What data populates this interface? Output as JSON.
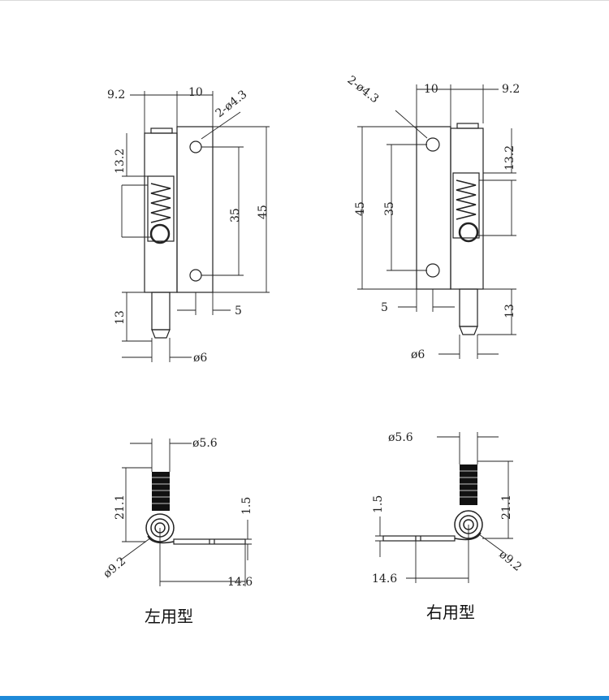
{
  "colors": {
    "line": "#222222",
    "accent": "#1e8ad8",
    "background": "#ffffff"
  },
  "left_front": {
    "d_9_2": "9.2",
    "d_10": "10",
    "d_holes": "2-ø4.3",
    "d_13_2": "13.2",
    "d_35": "35",
    "d_45": "45",
    "d_13": "13",
    "d_5": "5",
    "d_6": "ø6"
  },
  "right_front": {
    "d_holes": "2-ø4.3",
    "d_10": "10",
    "d_9_2": "9.2",
    "d_13_2": "13.2",
    "d_45": "45",
    "d_35": "35",
    "d_5": "5",
    "d_13": "13",
    "d_6": "ø6"
  },
  "left_side": {
    "d_5_6": "ø5.6",
    "d_21_1": "21.1",
    "d_1_5": "1.5",
    "d_9_2": "ø9.2",
    "d_14_6": "14.6",
    "caption": "左用型"
  },
  "right_side": {
    "d_5_6": "ø5.6",
    "d_1_5": "1.5",
    "d_21_1": "21.1",
    "d_9_2": "ø9.2",
    "d_14_6": "14.6",
    "caption": "右用型"
  }
}
